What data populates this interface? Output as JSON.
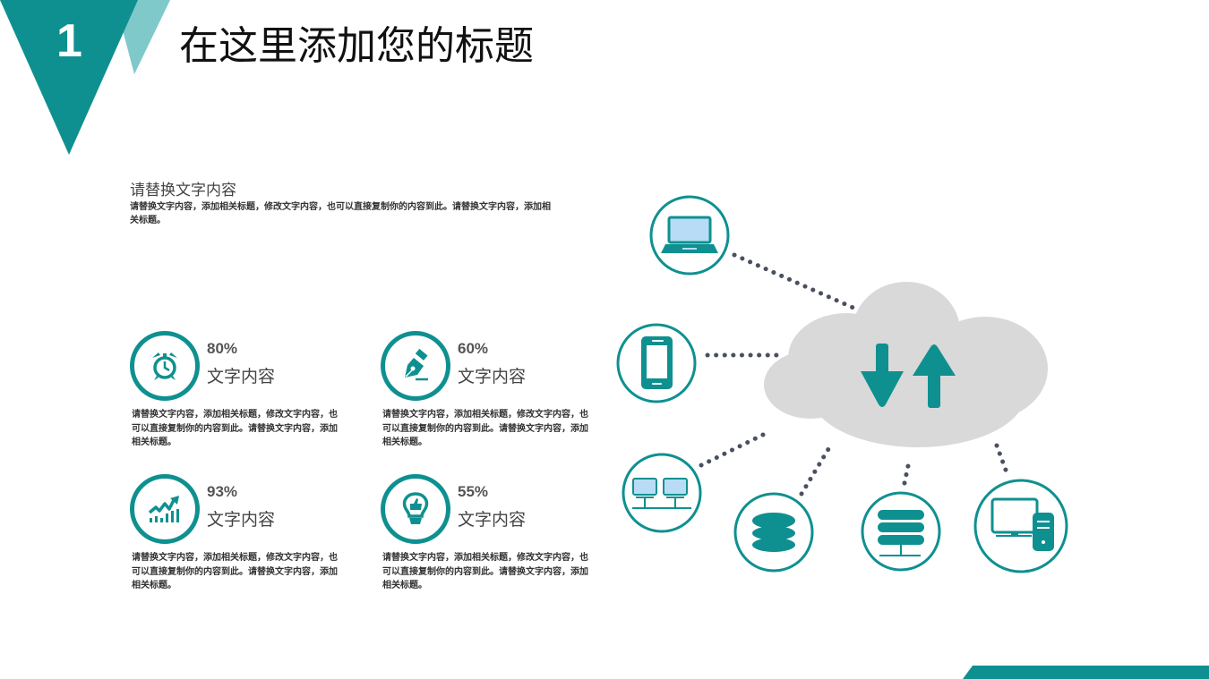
{
  "header": {
    "section_number": "1",
    "title": "在这里添加您的标题"
  },
  "colors": {
    "primary": "#0f9090",
    "primary_light": "#7fc9cb",
    "cloud": "#d9d9d9",
    "dots": "#4a5060",
    "screen_fill": "#b8dcf5"
  },
  "intro": {
    "heading": "请替换文字内容",
    "body": "请替换文字内容，添加相关标题，修改文字内容，也可以直接复制你的内容到此。请替换文字内容，添加相关标题。"
  },
  "stats": [
    {
      "percent": "80%",
      "label": "文字内容",
      "icon": "alarm-clock-icon",
      "description": "请替换文字内容，添加相关标题，修改文字内容，也可以直接复制你的内容到此。请替换文字内容，添加相关标题。"
    },
    {
      "percent": "60%",
      "label": "文字内容",
      "icon": "fountain-pen-icon",
      "description": "请替换文字内容，添加相关标题，修改文字内容，也可以直接复制你的内容到此。请替换文字内容，添加相关标题。"
    },
    {
      "percent": "93%",
      "label": "文字内容",
      "icon": "growth-chart-icon",
      "description": "请替换文字内容，添加相关标题，修改文字内容，也可以直接复制你的内容到此。请替换文字内容，添加相关标题。"
    },
    {
      "percent": "55%",
      "label": "文字内容",
      "icon": "lightbulb-thumbs-up-icon",
      "description": "请替换文字内容，添加相关标题，修改文字内容，也可以直接复制你的内容到此。请替换文字内容，添加相关标题。"
    }
  ],
  "diagram": {
    "center": {
      "icon": "cloud-sync-arrows-icon"
    },
    "nodes": [
      {
        "icon": "laptop-icon"
      },
      {
        "icon": "smartphone-icon"
      },
      {
        "icon": "network-computers-icon"
      },
      {
        "icon": "database-icon"
      },
      {
        "icon": "server-icon"
      },
      {
        "icon": "desktop-computer-icon"
      }
    ]
  }
}
